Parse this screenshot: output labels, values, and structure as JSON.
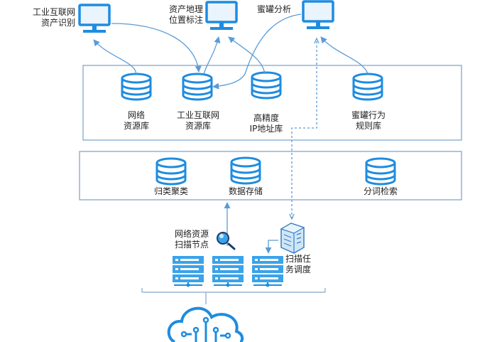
{
  "monitors": [
    {
      "label_lines": [
        "工业互联网",
        "资产识别"
      ]
    },
    {
      "label_lines": [
        "资产地理",
        "位置标注"
      ]
    },
    {
      "label_lines": [
        "蜜罐分析"
      ]
    }
  ],
  "databases_top": [
    {
      "label_lines": [
        "网络",
        "资源库"
      ]
    },
    {
      "label_lines": [
        "工业互联网",
        "资源库"
      ]
    },
    {
      "label_lines": [
        "高精度",
        "IP地址库"
      ]
    },
    {
      "label_lines": [
        "蜜罐行为",
        "规则库"
      ]
    }
  ],
  "databases_mid": [
    {
      "label": "归类聚类"
    },
    {
      "label": "数据存储"
    },
    {
      "label": "分词检索"
    }
  ],
  "scan_node": {
    "label_lines": [
      "网络资源",
      "扫描节点"
    ]
  },
  "scheduler": {
    "label_lines": [
      "扫描任",
      "务调度"
    ]
  },
  "colors": {
    "accent": "#1e8ce0",
    "box": "#7fa7cf",
    "line": "#5b9bd5"
  }
}
